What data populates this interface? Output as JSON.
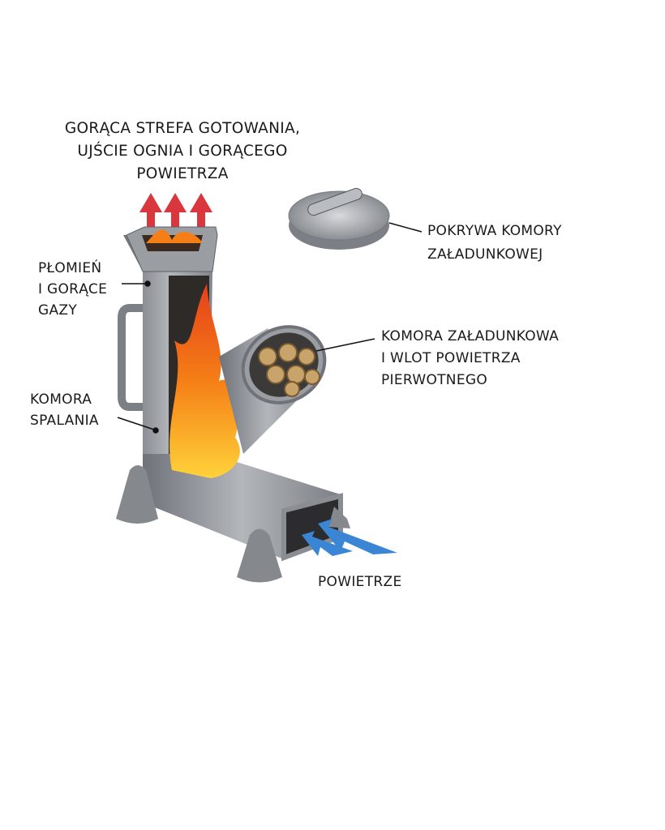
{
  "labels": {
    "hot_zone": [
      "GORĄCA STREFA GOTOWANIA,",
      "UJŚCIE OGNIA I GORĄCEGO",
      "POWIETRZA"
    ],
    "flame": [
      "PŁOMIEŃ",
      "I GORĄCE",
      "GAZY"
    ],
    "combustion": [
      "KOMORA",
      "SPALANIA"
    ],
    "lid": [
      "POKRYWA KOMORY",
      "ZAŁADUNKOWEJ"
    ],
    "feed": [
      "KOMORA ZAŁADUNKOWA",
      "I WLOT POWIETRZA",
      "PIERWOTNEGO"
    ],
    "air": "POWIETRZE"
  },
  "colors": {
    "metal": "#8d9096",
    "hot_arrow": "#d9363e",
    "air_arrow": "#3a86d4",
    "flame": "#f28a1c"
  }
}
